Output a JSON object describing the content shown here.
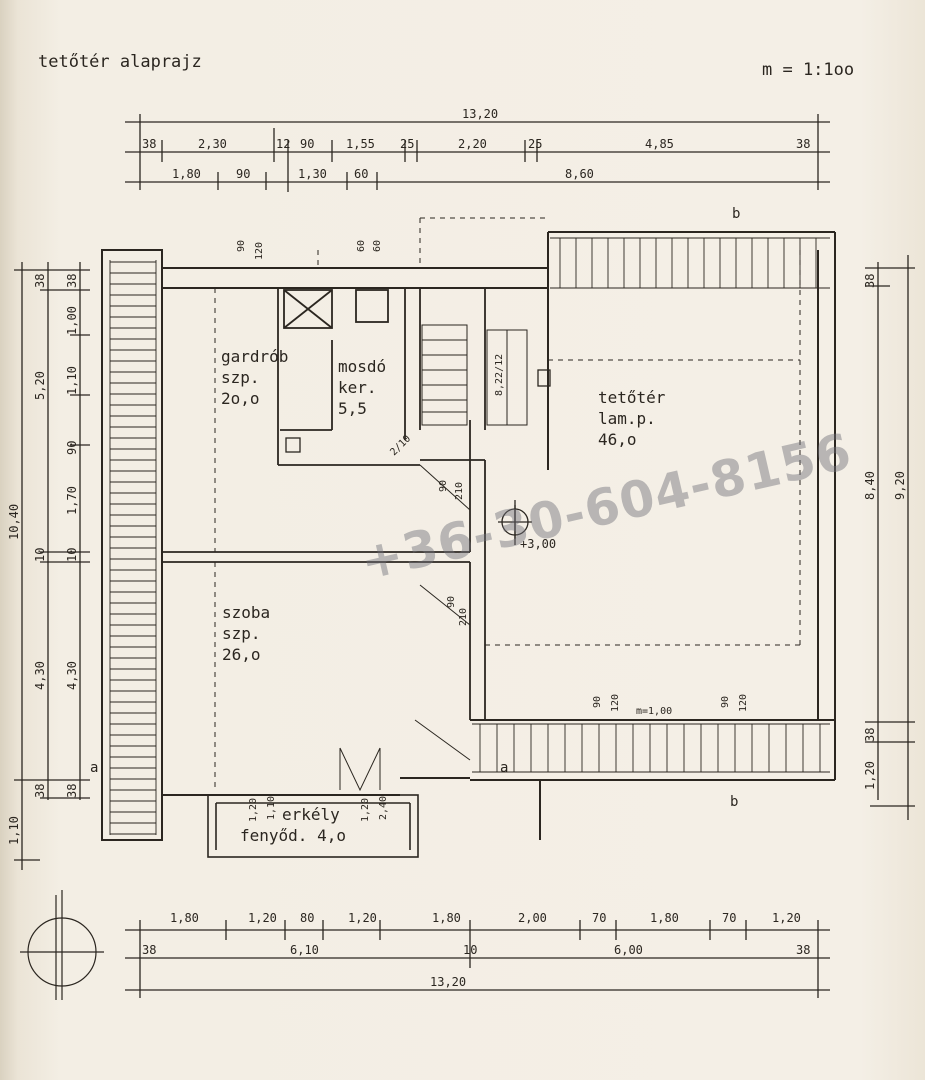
{
  "title": "tetőtér alaprajz",
  "scale": "m = 1:1oo",
  "watermark": "+36-30-604-8156",
  "rooms": {
    "gardrob": {
      "name": "gardrób",
      "type": "szp.",
      "area": "2o,o"
    },
    "mosdo": {
      "name": "mosdó",
      "type": "ker.",
      "area": "5,5"
    },
    "teto": {
      "name": "tetőtér",
      "type": "lam.p.",
      "area": "46,o"
    },
    "szoba": {
      "name": "szoba",
      "type": "szp.",
      "area": "26,o"
    },
    "erkely": {
      "name": "erkély",
      "type": "fenyőd.",
      "area": "4,o"
    }
  },
  "level_mark": "+3,00",
  "dimensions": {
    "top_total": "13,20",
    "top_row1": [
      "38",
      "2,30",
      "12",
      "90",
      "1,55",
      "25",
      "2,20",
      "25",
      "4,85",
      "38"
    ],
    "top_row2": [
      "1,80",
      "90",
      "1,30",
      "60",
      "8,60"
    ],
    "bottom_row1": [
      "1,80",
      "1,20",
      "80",
      "1,20",
      "1,80",
      "2,00",
      "70",
      "1,80",
      "70",
      "1,20"
    ],
    "bottom_row2": [
      "38",
      "6,10",
      "10",
      "6,00",
      "38"
    ],
    "bottom_total": "13,20",
    "left_outer": [
      "10,40",
      "1,10"
    ],
    "left_mid": [
      "38",
      "5,20",
      "10",
      "4,30",
      "38"
    ],
    "left_inner": [
      "38",
      "1,00",
      "1,10",
      "90",
      "1,70",
      "10",
      "4,30",
      "38"
    ],
    "right_inner": [
      "38",
      "8,40",
      "38",
      "1,20"
    ],
    "right_outer": [
      "9,20"
    ],
    "openings": [
      "90",
      "120",
      "60",
      "60",
      "90",
      "210",
      "90",
      "210",
      "8,22/12",
      "2/10",
      "90",
      "120",
      "90",
      "120",
      "m=1,00",
      "1,20",
      "1,10",
      "1,20",
      "2,40"
    ],
    "section_marks": [
      "a",
      "a",
      "b",
      "b"
    ]
  }
}
